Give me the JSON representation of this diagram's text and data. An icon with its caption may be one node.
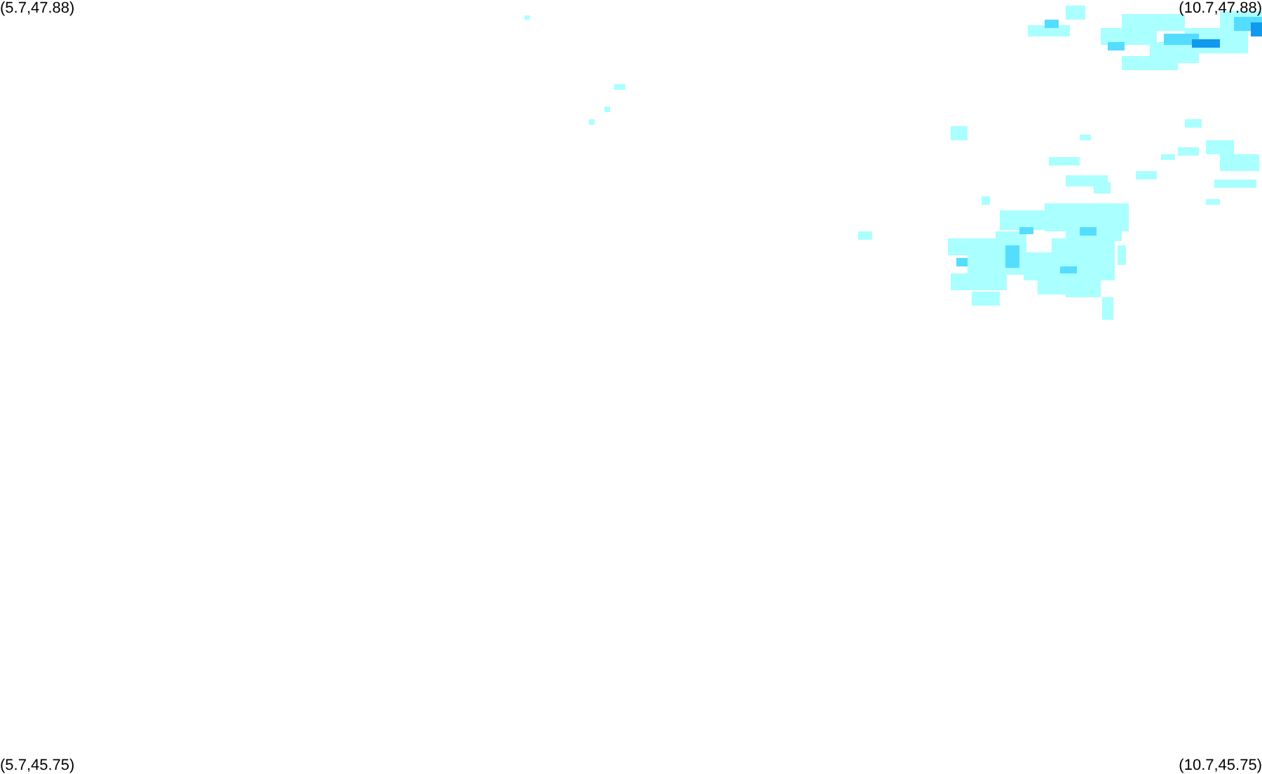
{
  "diagram": {
    "labels": [
      "(5.7,47.88)",
      "(10.7,47.88)",
      "(5.7,45.75)",
      "(10.7,45.75)"
    ]
  }
}
